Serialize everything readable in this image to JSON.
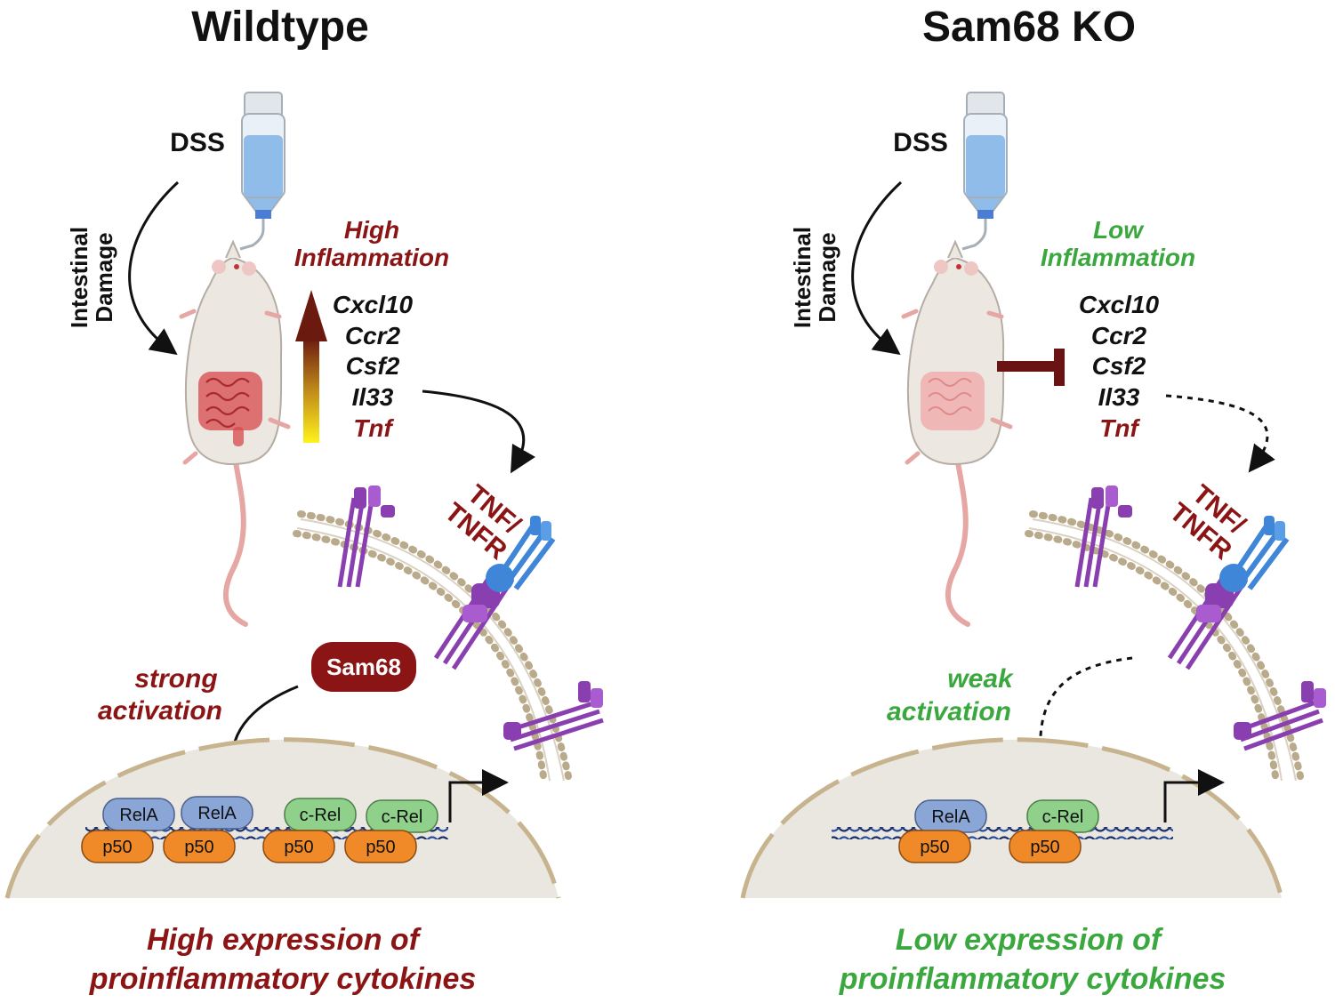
{
  "colors": {
    "high": "#8b1414",
    "low": "#3aa83e",
    "rela": "#8aa6d6",
    "crel": "#8fd08a",
    "p50": "#f08a28",
    "nucleus": "#e9e7df",
    "membrane_head": "#b9aa8b",
    "receptor_purple": "#8a3fb0",
    "receptor_blue": "#3f86d8"
  },
  "icons": [
    "water-bottle-icon",
    "mouse-icon",
    "intestine-icon",
    "dna-icon",
    "receptor-icon"
  ],
  "wildtype": {
    "title": "Wildtype",
    "dss": "DSS",
    "damage_line1": "Intestinal",
    "damage_line2": "Damage",
    "inflammation_line1": "High",
    "inflammation_line2": "Inflammation",
    "genes": [
      "Cxcl10",
      "Ccr2",
      "Csf2",
      "Il33",
      "Tnf"
    ],
    "receptor_line1": "TNF/",
    "receptor_line2": "TNFR",
    "sam68_label": "Sam68",
    "activation_line1": "strong",
    "activation_line2": "activation",
    "proteins_top": [
      "RelA",
      "RelA",
      "c-Rel",
      "c-Rel"
    ],
    "proteins_bottom": [
      "p50",
      "p50",
      "p50",
      "p50"
    ],
    "bottom_line1": "High expression of",
    "bottom_line2": "proinflammatory cytokines"
  },
  "knockout": {
    "title": "Sam68 KO",
    "dss": "DSS",
    "damage_line1": "Intestinal",
    "damage_line2": "Damage",
    "inflammation_line1": "Low",
    "inflammation_line2": "Inflammation",
    "genes": [
      "Cxcl10",
      "Ccr2",
      "Csf2",
      "Il33",
      "Tnf"
    ],
    "receptor_line1": "TNF/",
    "receptor_line2": "TNFR",
    "activation_line1": "weak",
    "activation_line2": "activation",
    "proteins_top": [
      "RelA",
      "c-Rel"
    ],
    "proteins_bottom": [
      "p50",
      "p50"
    ],
    "bottom_line1": "Low expression of",
    "bottom_line2": "proinflammatory cytokines"
  }
}
